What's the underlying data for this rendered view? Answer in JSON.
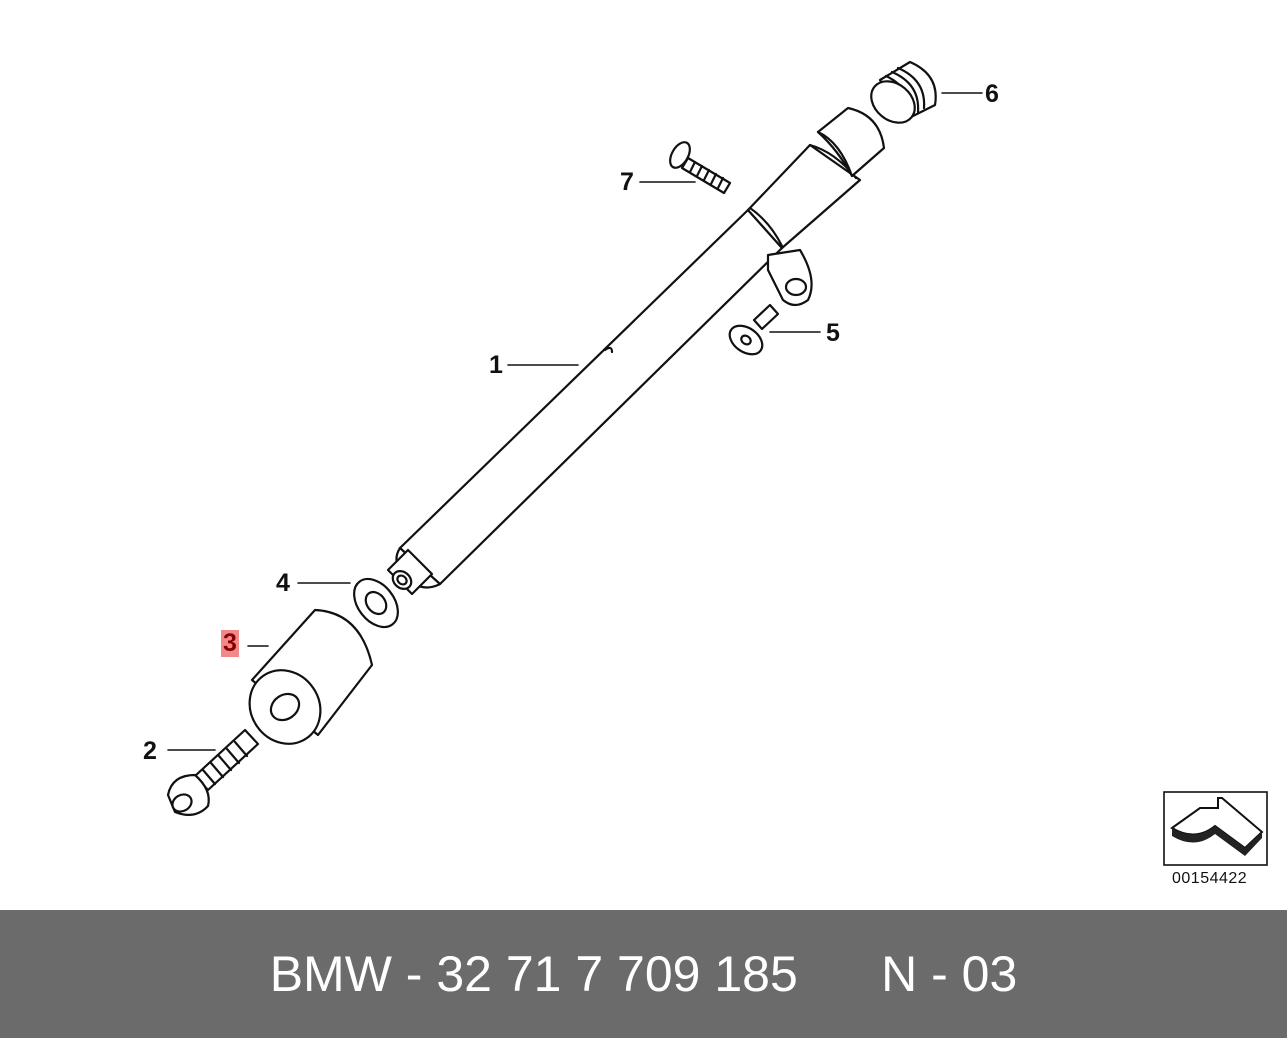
{
  "callouts": {
    "c1": "1",
    "c2": "2",
    "c3": "3",
    "c4": "4",
    "c5": "5",
    "c6": "6",
    "c7": "7"
  },
  "highlighted_callout": "3",
  "highlight_color": "#f08a8a",
  "reference_id": "00154422",
  "footer": {
    "left": "BMW - 32 71 7 709 185",
    "right": "N - 03"
  },
  "colors": {
    "banner_bg": "#6b6b6b",
    "banner_text": "#ffffff",
    "line_art": "#111111"
  },
  "icons": {
    "orientation_arrow": "arrow-3d-icon"
  }
}
